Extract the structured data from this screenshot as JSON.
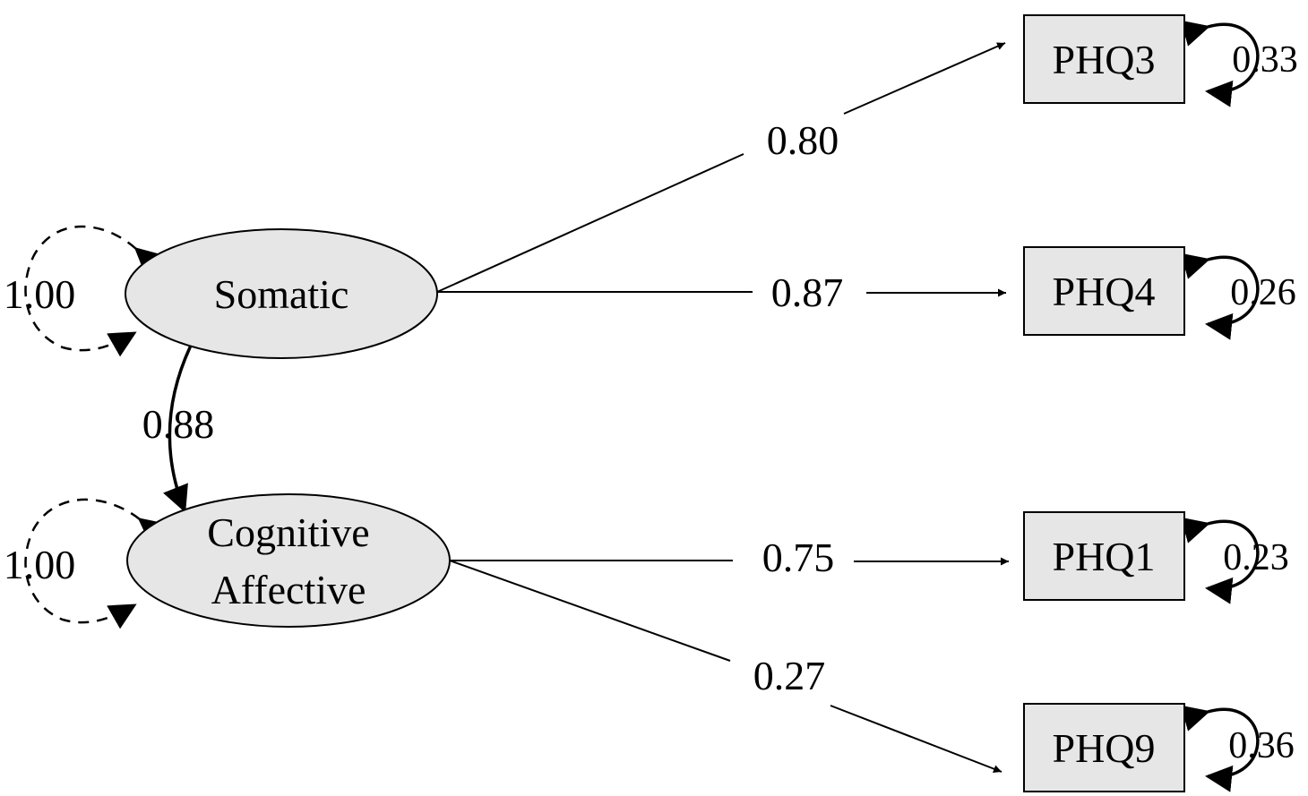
{
  "latent_factors": [
    {
      "id": "somatic",
      "label_lines": [
        "Somatic"
      ],
      "variance": "1.00"
    },
    {
      "id": "cognitive",
      "label_lines": [
        "Cognitive",
        "Affective"
      ],
      "variance": "1.00"
    }
  ],
  "factor_correlation": "0.88",
  "indicators": [
    {
      "id": "phq3",
      "label": "PHQ3",
      "residual": "0.33",
      "factor": "somatic",
      "loading": "0.80"
    },
    {
      "id": "phq4",
      "label": "PHQ4",
      "residual": "0.26",
      "factor": "somatic",
      "loading": "0.87"
    },
    {
      "id": "phq1",
      "label": "PHQ1",
      "residual": "0.23",
      "factor": "cognitive",
      "loading": "0.75"
    },
    {
      "id": "phq9",
      "label": "PHQ9",
      "residual": "0.36",
      "factor": "cognitive",
      "loading": "0.27"
    }
  ]
}
